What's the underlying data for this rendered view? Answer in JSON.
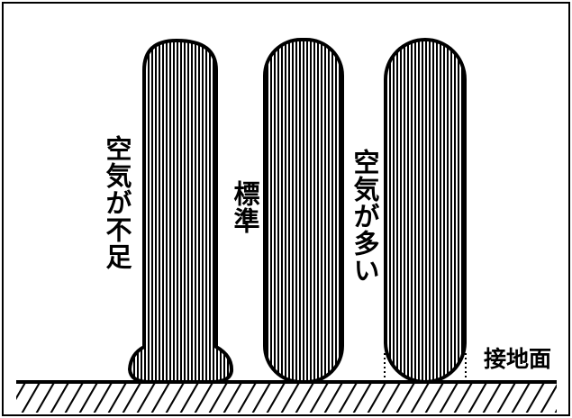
{
  "labels": {
    "under_inflated": "空気が不足",
    "standard": "標準",
    "over_inflated": "空気が多い",
    "contact_patch": "接地面"
  },
  "colors": {
    "ink": "#000000",
    "paper": "#ffffff"
  }
}
